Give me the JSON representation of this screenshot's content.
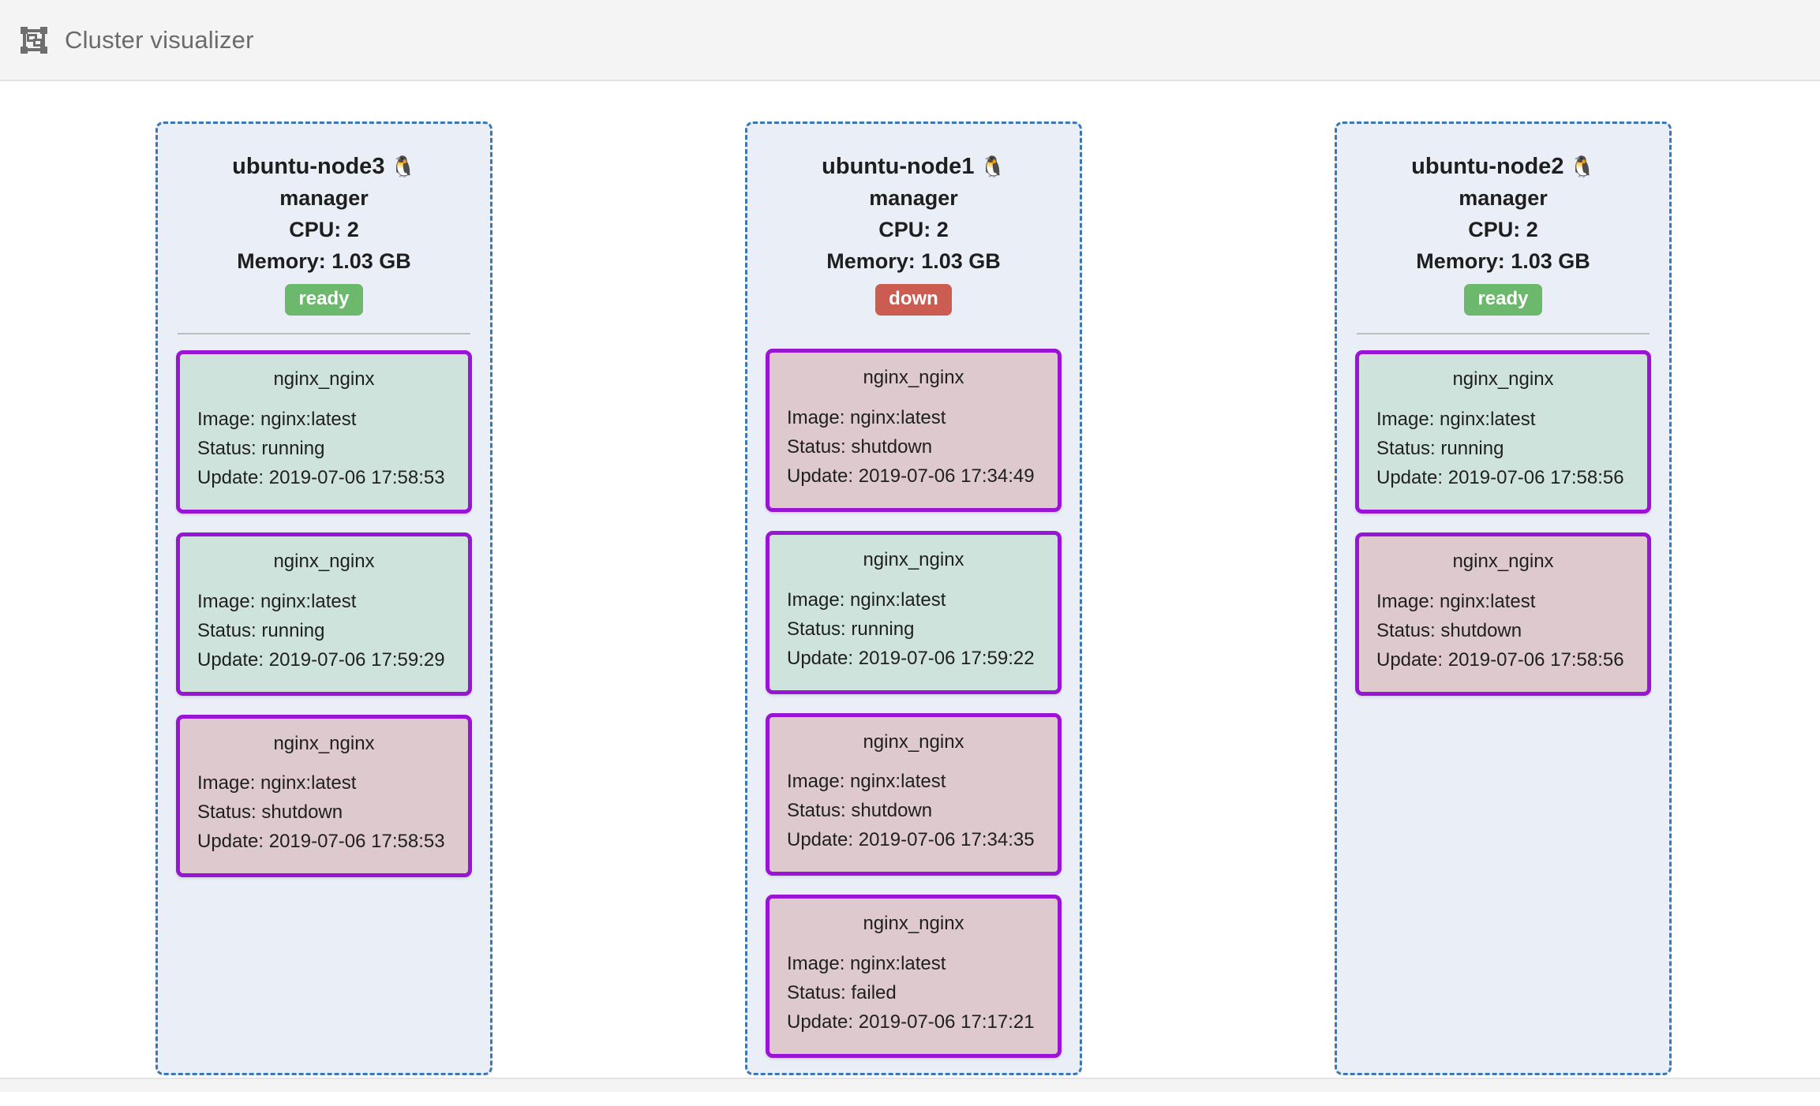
{
  "header": {
    "title": "Cluster visualizer",
    "icon": "visualizer-frame-icon"
  },
  "labels": {
    "image_prefix": "Image: ",
    "status_prefix": "Status: ",
    "update_prefix": "Update: ",
    "cpu_prefix": "CPU: ",
    "memory_prefix": "Memory: ",
    "penguin_icon": "🐧"
  },
  "colors": {
    "node_fill": "#e9eef7",
    "node_border": "#3b77b4",
    "task_border": "#9a14d6",
    "task_running_fill": "#cfe3dd",
    "task_stopped_fill": "#ddc9ce",
    "badge_ready": "#6cb86c",
    "badge_down": "#cb5c52",
    "header_bg": "#f4f4f4",
    "header_text": "#6b6b6b"
  },
  "nodes": [
    {
      "name": "ubuntu-node3",
      "role": "manager",
      "cpu": "CPU: 2",
      "memory": "Memory: 1.03 GB",
      "state": "ready",
      "state_kind": "ready",
      "tasks": [
        {
          "name": "nginx_nginx",
          "image": "Image: nginx:latest",
          "status": "Status: running",
          "update": "Update: 2019-07-06 17:58:53",
          "kind": "running"
        },
        {
          "name": "nginx_nginx",
          "image": "Image: nginx:latest",
          "status": "Status: running",
          "update": "Update: 2019-07-06 17:59:29",
          "kind": "running"
        },
        {
          "name": "nginx_nginx",
          "image": "Image: nginx:latest",
          "status": "Status: shutdown",
          "update": "Update: 2019-07-06 17:58:53",
          "kind": "shutdown"
        }
      ]
    },
    {
      "name": "ubuntu-node1",
      "role": "manager",
      "cpu": "CPU: 2",
      "memory": "Memory: 1.03 GB",
      "state": "down",
      "state_kind": "down",
      "tasks": [
        {
          "name": "nginx_nginx",
          "image": "Image: nginx:latest",
          "status": "Status: shutdown",
          "update": "Update: 2019-07-06 17:34:49",
          "kind": "shutdown"
        },
        {
          "name": "nginx_nginx",
          "image": "Image: nginx:latest",
          "status": "Status: running",
          "update": "Update: 2019-07-06 17:59:22",
          "kind": "running"
        },
        {
          "name": "nginx_nginx",
          "image": "Image: nginx:latest",
          "status": "Status: shutdown",
          "update": "Update: 2019-07-06 17:34:35",
          "kind": "shutdown"
        },
        {
          "name": "nginx_nginx",
          "image": "Image: nginx:latest",
          "status": "Status: failed",
          "update": "Update: 2019-07-06 17:17:21",
          "kind": "failed"
        }
      ]
    },
    {
      "name": "ubuntu-node2",
      "role": "manager",
      "cpu": "CPU: 2",
      "memory": "Memory: 1.03 GB",
      "state": "ready",
      "state_kind": "ready",
      "tasks": [
        {
          "name": "nginx_nginx",
          "image": "Image: nginx:latest",
          "status": "Status: running",
          "update": "Update: 2019-07-06 17:58:56",
          "kind": "running"
        },
        {
          "name": "nginx_nginx",
          "image": "Image: nginx:latest",
          "status": "Status: shutdown",
          "update": "Update: 2019-07-06 17:58:56",
          "kind": "shutdown"
        }
      ]
    }
  ]
}
